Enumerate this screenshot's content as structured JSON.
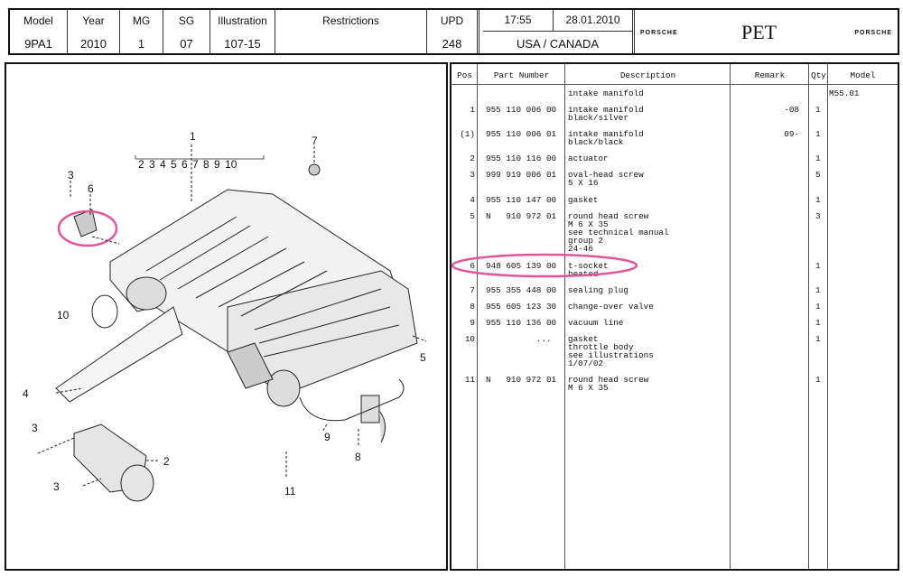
{
  "header": {
    "model_label": "Model",
    "model": "9PA1",
    "year_label": "Year",
    "year": "2010",
    "mg_label": "MG",
    "mg": "1",
    "sg_label": "SG",
    "sg": "07",
    "illustration_label": "Illustration",
    "illustration": "107-15",
    "restrictions_label": "Restrictions",
    "restrictions": "",
    "upd_label": "UPD",
    "upd": "248",
    "time": "17:55",
    "date": "28.01.2010",
    "region": "USA / CANADA",
    "brand_left": "PORSCHE",
    "app": "PET",
    "brand_right": "PORSCHE"
  },
  "table": {
    "columns": [
      "Pos",
      "Part Number",
      "Description",
      "Remark",
      "Qty",
      "Model"
    ],
    "rows": [
      {
        "pos": "",
        "part": "",
        "desc": "intake manifold",
        "remark": "",
        "qty": "",
        "model": "M55.01"
      },
      {
        "pos": "1",
        "part": "955 110 006 00",
        "desc": "intake manifold\nblack/silver",
        "remark": "-08",
        "qty": "1",
        "model": ""
      },
      {
        "pos": "(1)",
        "part": "955 110 006 01",
        "desc": "intake manifold\nblack/black",
        "remark": "09-",
        "qty": "1",
        "model": ""
      },
      {
        "pos": "2",
        "part": "955 110 116 00",
        "desc": "actuator",
        "remark": "",
        "qty": "1",
        "model": ""
      },
      {
        "pos": "3",
        "part": "999 919 006 01",
        "desc": "oval-head screw\n5 X 16",
        "remark": "",
        "qty": "5",
        "model": ""
      },
      {
        "pos": "4",
        "part": "955 110 147 00",
        "desc": "gasket",
        "remark": "",
        "qty": "1",
        "model": ""
      },
      {
        "pos": "5",
        "part": "N   910 972 01",
        "desc": "round head screw\nM 6 X 35\nsee technical manual\ngroup 2\n24-46",
        "remark": "",
        "qty": "3",
        "model": ""
      },
      {
        "pos": "6",
        "part": "948 605 139 00",
        "desc": "t-socket\nheated",
        "remark": "",
        "qty": "1",
        "model": ""
      },
      {
        "pos": "7",
        "part": "955 355 448 00",
        "desc": "sealing plug",
        "remark": "",
        "qty": "1",
        "model": ""
      },
      {
        "pos": "8",
        "part": "955 605 123 30",
        "desc": "change-over valve",
        "remark": "",
        "qty": "1",
        "model": ""
      },
      {
        "pos": "9",
        "part": "955 110 136 00",
        "desc": "vacuum line",
        "remark": "",
        "qty": "1",
        "model": ""
      },
      {
        "pos": "10",
        "part": "          ...",
        "desc": "gasket\nthrottle body\nsee illustrations\n1/07/02",
        "remark": "",
        "qty": "1",
        "model": ""
      },
      {
        "pos": "11",
        "part": "N   910 972 01",
        "desc": "round head screw\nM 6 X 35",
        "remark": "",
        "qty": "1",
        "model": ""
      }
    ]
  },
  "diagram": {
    "callouts": [
      "1",
      "2 3 4 5 6 7 8 9 10",
      "7",
      "3",
      "6",
      "10",
      "4",
      "3",
      "3",
      "2",
      "5",
      "9",
      "8",
      "11"
    ]
  },
  "colors": {
    "highlight": "#e0559a"
  }
}
